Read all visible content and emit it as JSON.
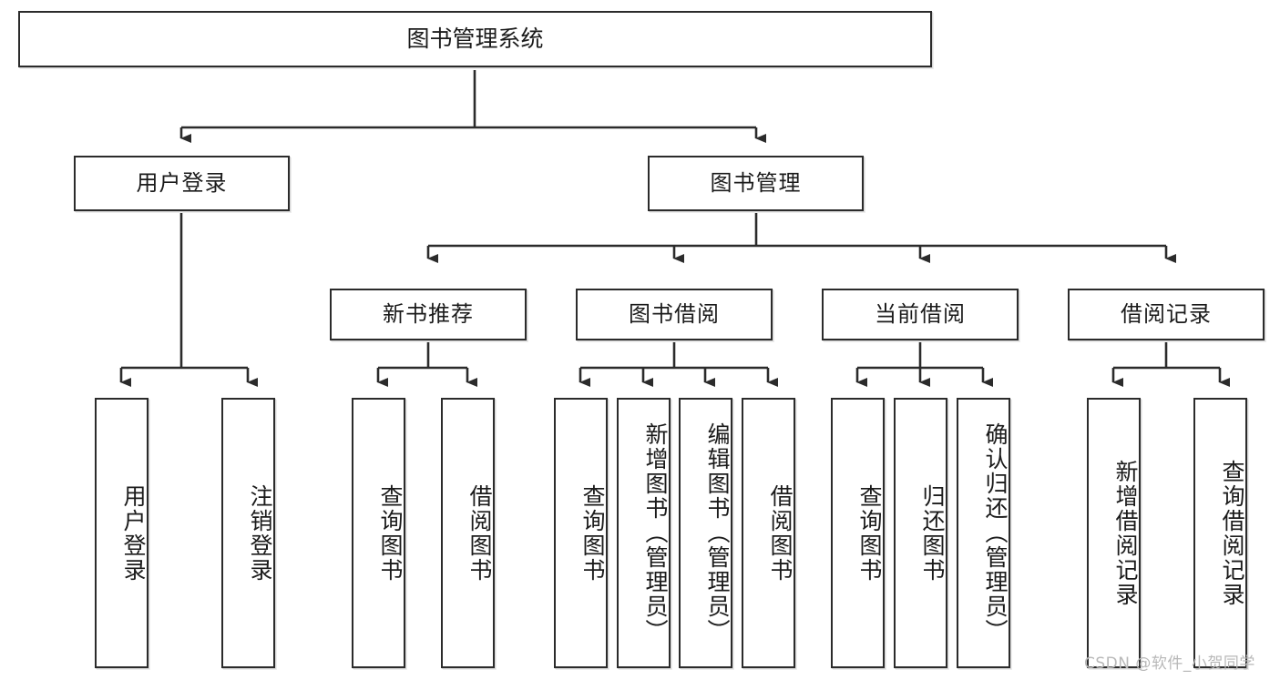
{
  "diagram": {
    "title": "图书管理系统",
    "watermark": "CSDN @软件_小贺同学",
    "colors": {
      "box_border": "#2b2b2b",
      "box_fill": "#ffffff",
      "connector": "#2b2b2b",
      "text": "#1b1b1b",
      "watermark": "#b8b8b8",
      "background": "#ffffff"
    },
    "levels": {
      "level1": [
        {
          "id": "root",
          "label": "图书管理系统"
        }
      ],
      "level2": [
        {
          "id": "user-login",
          "label": "用户登录"
        },
        {
          "id": "book-manage",
          "label": "图书管理"
        }
      ],
      "level3": [
        {
          "id": "new-book-rec",
          "label": "新书推荐",
          "parent": "book-manage"
        },
        {
          "id": "book-borrow",
          "label": "图书借阅",
          "parent": "book-manage"
        },
        {
          "id": "current-borrow",
          "label": "当前借阅",
          "parent": "book-manage"
        },
        {
          "id": "borrow-record",
          "label": "借阅记录",
          "parent": "book-manage"
        }
      ],
      "level4": [
        {
          "id": "leaf-1",
          "label": "用户登录",
          "parent": "user-login"
        },
        {
          "id": "leaf-2",
          "label": "注销登录",
          "parent": "user-login"
        },
        {
          "id": "leaf-3",
          "label": "查询图书",
          "parent": "new-book-rec"
        },
        {
          "id": "leaf-4",
          "label": "借阅图书",
          "parent": "new-book-rec"
        },
        {
          "id": "leaf-5",
          "label": "查询图书",
          "parent": "book-borrow"
        },
        {
          "id": "leaf-6",
          "label": "新增图书（管理员）",
          "parent": "book-borrow"
        },
        {
          "id": "leaf-7",
          "label": "编辑图书（管理员）",
          "parent": "book-borrow"
        },
        {
          "id": "leaf-8",
          "label": "借阅图书",
          "parent": "book-borrow"
        },
        {
          "id": "leaf-9",
          "label": "查询图书",
          "parent": "current-borrow"
        },
        {
          "id": "leaf-10",
          "label": "归还图书",
          "parent": "current-borrow"
        },
        {
          "id": "leaf-11",
          "label": "确认归还（管理员）",
          "parent": "current-borrow"
        },
        {
          "id": "leaf-12",
          "label": "新增借阅记录",
          "parent": "borrow-record"
        },
        {
          "id": "leaf-13",
          "label": "查询借阅记录",
          "parent": "borrow-record"
        }
      ]
    }
  }
}
